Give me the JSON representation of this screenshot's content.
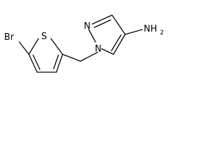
{
  "molecule": {
    "atoms": {
      "bromine": "Br",
      "sulfur": "S",
      "nitrogen_n1": "N",
      "nitrogen_n2": "N",
      "amine": "NH",
      "amine_subscript": "2"
    }
  }
}
